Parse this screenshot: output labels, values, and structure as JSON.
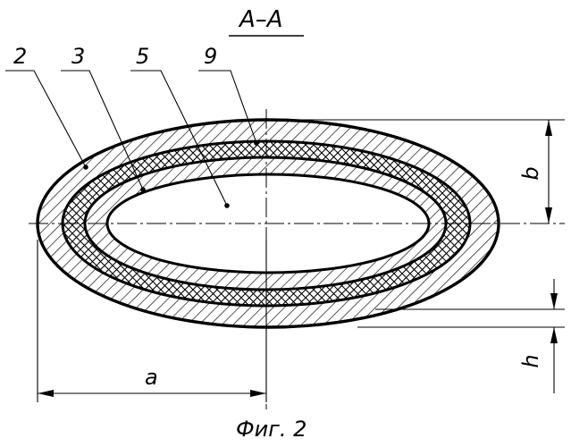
{
  "section_label": "A–A",
  "caption": "Фиг. 2",
  "callouts": [
    "2",
    "3",
    "5",
    "9"
  ],
  "dimensions": {
    "a": "a",
    "b": "b",
    "h": "h"
  },
  "colors": {
    "ink": "#000000",
    "paper": "#ffffff"
  }
}
